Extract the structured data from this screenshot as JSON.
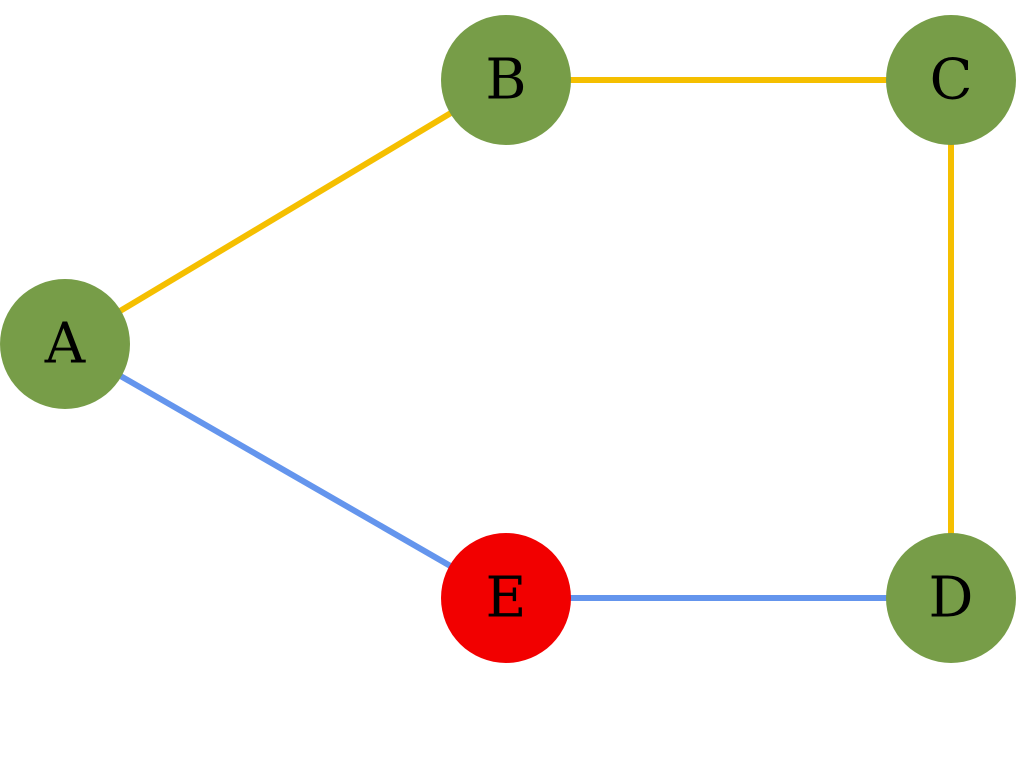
{
  "colors": {
    "node_default": "#779d48",
    "node_highlight": "#f20000",
    "edge_yellow": "#f5bf00",
    "edge_blue": "#6495ed",
    "background": "#ffffff"
  },
  "nodes": [
    {
      "id": "A",
      "label": "A",
      "color": "#779d48"
    },
    {
      "id": "B",
      "label": "B",
      "color": "#779d48"
    },
    {
      "id": "C",
      "label": "C",
      "color": "#779d48"
    },
    {
      "id": "D",
      "label": "D",
      "color": "#779d48"
    },
    {
      "id": "E",
      "label": "E",
      "color": "#f20000"
    }
  ],
  "edges": [
    {
      "from": "A",
      "to": "B",
      "color": "#f5bf00"
    },
    {
      "from": "B",
      "to": "C",
      "color": "#f5bf00"
    },
    {
      "from": "C",
      "to": "D",
      "color": "#f5bf00"
    },
    {
      "from": "D",
      "to": "E",
      "color": "#6495ed"
    },
    {
      "from": "E",
      "to": "A",
      "color": "#6495ed"
    }
  ]
}
